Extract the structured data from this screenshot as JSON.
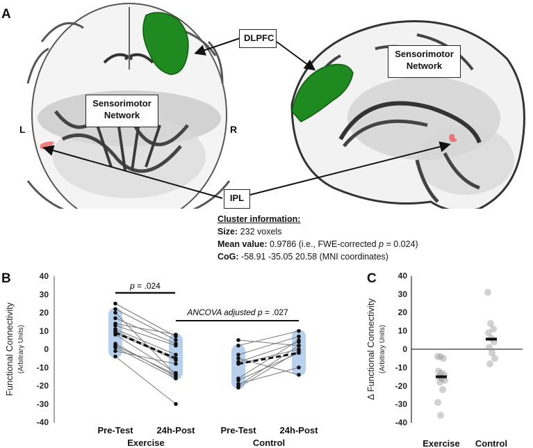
{
  "panel_a": {
    "letter": "A",
    "labels": {
      "dlpfc": "DLPFC",
      "sensorimotor_left_line1": "Sensorimotor",
      "sensorimotor_left_line2": "Network",
      "sensorimotor_right_line1": "Sensorimotor",
      "sensorimotor_right_line2": "Network",
      "ipl": "IPL",
      "left": "L",
      "right": "R"
    },
    "cluster_info": {
      "title": "Cluster information:",
      "size_label": "Size:",
      "size_value": "232 voxels",
      "mean_label": "Mean value:",
      "mean_value_pre": "0.9786 (i.e., FWE-corrected ",
      "mean_value_p": "p",
      "mean_value_post": " = 0.024)",
      "cog_label": "CoG:",
      "cog_value": "-58.91 -35.05 20.58 (MNI coordinates)"
    },
    "colors": {
      "dlpfc": "#1f8a1f",
      "ipl": "#ee6a6a",
      "brain": "#9a9a9a"
    }
  },
  "panel_b": {
    "letter": "B",
    "annotations": {
      "p_within": "p = .024",
      "p_ancova": "ANCOVA adjusted p = .027"
    }
  },
  "panel_c": {
    "letter": "C"
  },
  "chart_data": [
    {
      "type": "scatter",
      "panel": "B",
      "title": "",
      "ylabel": "Functional Connectivity",
      "ylabel_sub": "(Arbitrary Units)",
      "ylim": [
        -40,
        40
      ],
      "yticks": [
        40,
        30,
        20,
        10,
        0,
        -10,
        -20,
        -30,
        -40
      ],
      "categories": [
        "Pre-Test",
        "24h-Post",
        "Pre-Test",
        "24h-Post"
      ],
      "groups": [
        "Exercise",
        "Control"
      ],
      "annotations": [
        "p = .024",
        "ANCOVA adjusted p = .027"
      ],
      "series": [
        {
          "name": "Exercise",
          "paired": [
            [
              25,
              7
            ],
            [
              22,
              5
            ],
            [
              20,
              -14
            ],
            [
              17,
              3
            ],
            [
              14,
              8
            ],
            [
              13,
              2
            ],
            [
              10,
              -5
            ],
            [
              9,
              -6
            ],
            [
              8,
              -13
            ],
            [
              3,
              -15
            ],
            [
              2,
              -14
            ],
            [
              1,
              -16
            ],
            [
              -1,
              -8
            ],
            [
              -4,
              -30
            ],
            [
              11,
              -3
            ]
          ],
          "mean": [
            9,
            -5
          ]
        },
        {
          "name": "Control",
          "paired": [
            [
              5,
              2
            ],
            [
              2,
              10
            ],
            [
              -3,
              7
            ],
            [
              -5,
              -14
            ],
            [
              -7,
              4
            ],
            [
              -8,
              0
            ],
            [
              -16,
              5
            ],
            [
              -17,
              -2
            ],
            [
              -19,
              -10
            ],
            [
              -20,
              2
            ],
            [
              -21,
              -1
            ]
          ],
          "mean": [
            -8,
            -2
          ]
        }
      ],
      "grid": false
    },
    {
      "type": "scatter",
      "panel": "C",
      "ylabel": "Δ Functional Connectivity",
      "ylabel_sub": "(Arbitrary Units)",
      "ylim": [
        -40,
        40
      ],
      "yticks": [
        40,
        30,
        20,
        10,
        0,
        -10,
        -20,
        -30,
        -40
      ],
      "categories": [
        "Exercise",
        "Control"
      ],
      "series": [
        {
          "name": "Exercise",
          "values": [
            -4,
            -4,
            -5,
            -12,
            -13,
            -14,
            -15,
            -16,
            -17,
            -18,
            -22,
            -29,
            -36
          ],
          "mean": -15
        },
        {
          "name": "Control",
          "values": [
            31,
            14,
            11,
            9,
            6,
            4,
            1,
            -2,
            -5,
            -8
          ],
          "mean": 5.5
        }
      ],
      "grid": false
    }
  ],
  "axis_labels": {
    "b_ylabel": "Functional Connectivity",
    "b_ylabel_sub": "(Arbitrary Units)",
    "c_ylabel": "Δ Functional Connectivity",
    "c_ylabel_sub": "(Arbitrary Units)",
    "ticks": [
      "40",
      "30",
      "20",
      "10",
      "0",
      "-10",
      "-20",
      "-30",
      "-40"
    ],
    "b_cats": [
      "Pre-Test",
      "24h-Post",
      "Pre-Test",
      "24h-Post"
    ],
    "b_groups": [
      "Exercise",
      "Control"
    ],
    "c_cats": [
      "Exercise",
      "Control"
    ]
  }
}
